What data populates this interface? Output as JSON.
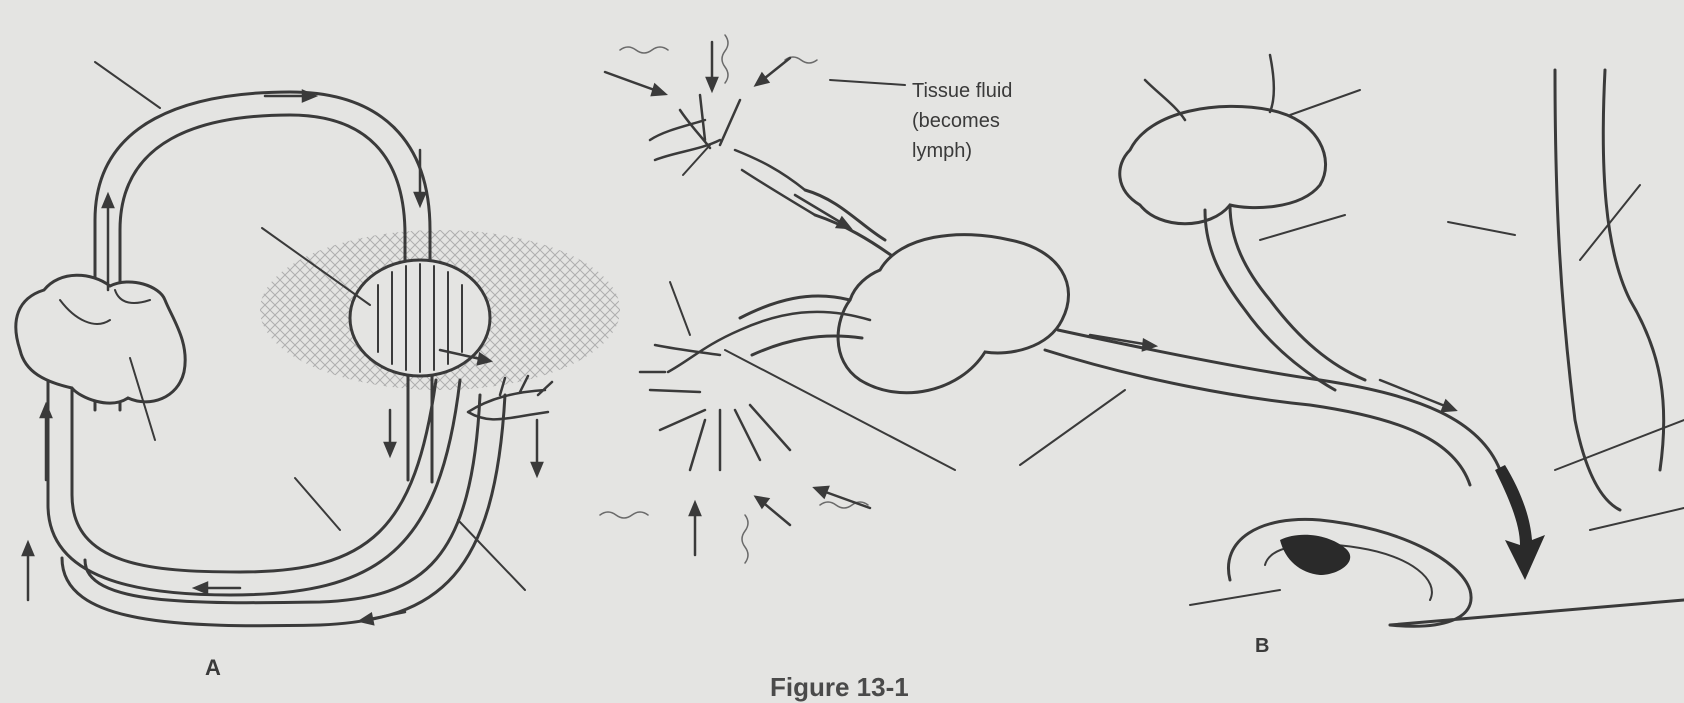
{
  "panel_a_label": "A",
  "panel_b_label": "B",
  "tissue_fluid_label": [
    "Tissue fluid",
    "(becomes",
    "lymph)"
  ],
  "figure_caption": "Figure 13-1"
}
